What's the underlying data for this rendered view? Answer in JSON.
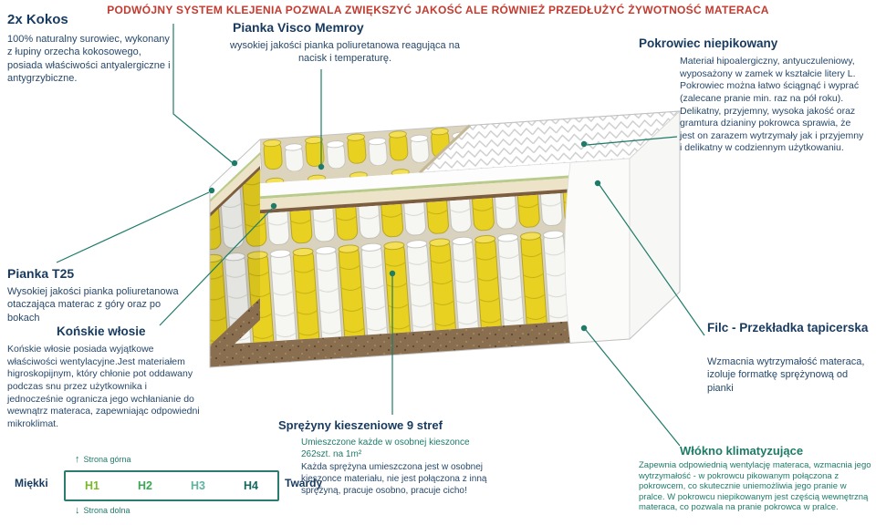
{
  "header": {
    "text": "PODWÓJNY SYSTEM KLEJENIA POZWALA ZWIĘKSZYĆ JAKOŚĆ ALE RÓWNIEŻ PRZEDŁUŻYĆ ŻYWOTNOŚĆ MATERACA"
  },
  "annotations": {
    "kokos": {
      "title": "2x Kokos",
      "body": "100% naturalny surowiec, wykonany z łupiny orzecha kokosowego, posiada właściwości antyalergiczne i antygrzybiczne."
    },
    "visco": {
      "title": "Pianka Visco Memroy",
      "body": "wysokiej jakości pianka poliuretanowa reagująca na nacisk i temperaturę."
    },
    "pokrowiec": {
      "title": "Pokrowiec niepikowany",
      "body": "Materiał hipoalergiczny, antyuczuleniowy, wyposażony w zamek w kształcie litery L. Pokrowiec można łatwo ściągnąć i wyprać (zalecane pranie min. raz na pół roku). Delikatny, przyjemny, wysoka jakość oraz gramtura dzianiny pokrowca sprawia, że jest on zarazem wytrzymały jak i przyjemny i delikatny w codziennym użytkowaniu."
    },
    "pianka_t25": {
      "title": "Pianka T25",
      "body": "Wysokiej jakości pianka poliuretanowa otaczająca materac z góry oraz po bokach"
    },
    "konskie": {
      "title": "Końskie włosie",
      "body": "Końskie włosie posiada wyjątkowe właściwości wentylacyjne.Jest materiałem higroskopijnym, który chłonie pot oddawany podczas snu przez użytkownika i jednocześnie ogranicza jego wchłanianie do wewnątrz materaca, zapewniając odpowiedni mikroklimat."
    },
    "filc": {
      "title": "Filc - Przekładka tapicerska",
      "body": "Wzmacnia wytrzymałość materaca, izoluje formatkę sprężynową od pianki"
    },
    "wlokno": {
      "title": "Włókno klimatyzujące",
      "body": "Zapewnia odpowiednią wentylację materaca, wzmacnia jego wytrzymałość - w pokrowcu pikowanym połączona z pokrowcem, co skutecznie uniemożliwia jego pranie w pralce. W pokrowcu niepikowanym jest częścią wewnętrzną materaca, co pozwala na pranie pokrowca w pralce."
    },
    "sprezyny": {
      "title": "Sprężyny kieszeniowe 9 stref",
      "body1": "Umieszczone każde w osobnej kieszonce 262szt. na 1m²",
      "body2": "Każda sprężyna umieszczona jest w osobnej kieszonce materiału, nie jest połączona z inną sprężyną, pracuje osobno, pracuje cicho!"
    }
  },
  "scale": {
    "soft_label": "Miękki",
    "hard_label": "Twardy",
    "top_label": "Strona górna",
    "bottom_label": "Strona dolna",
    "up_arrow": "↑",
    "down_arrow": "↓",
    "levels": [
      {
        "label": "H1",
        "color": "#79b928"
      },
      {
        "label": "H2",
        "color": "#3aa757"
      },
      {
        "label": "H3",
        "color": "#5fb3a1"
      },
      {
        "label": "H4",
        "color": "#14695f"
      }
    ]
  },
  "colors": {
    "header_red": "#c43a2f",
    "heading_navy": "#173a5e",
    "body_navy": "#27486b",
    "leader_teal": "#1e7b68",
    "spring_yellow": "#e9d121",
    "base_brown": "#8a6e50",
    "scale_border": "#2a7d6e"
  }
}
